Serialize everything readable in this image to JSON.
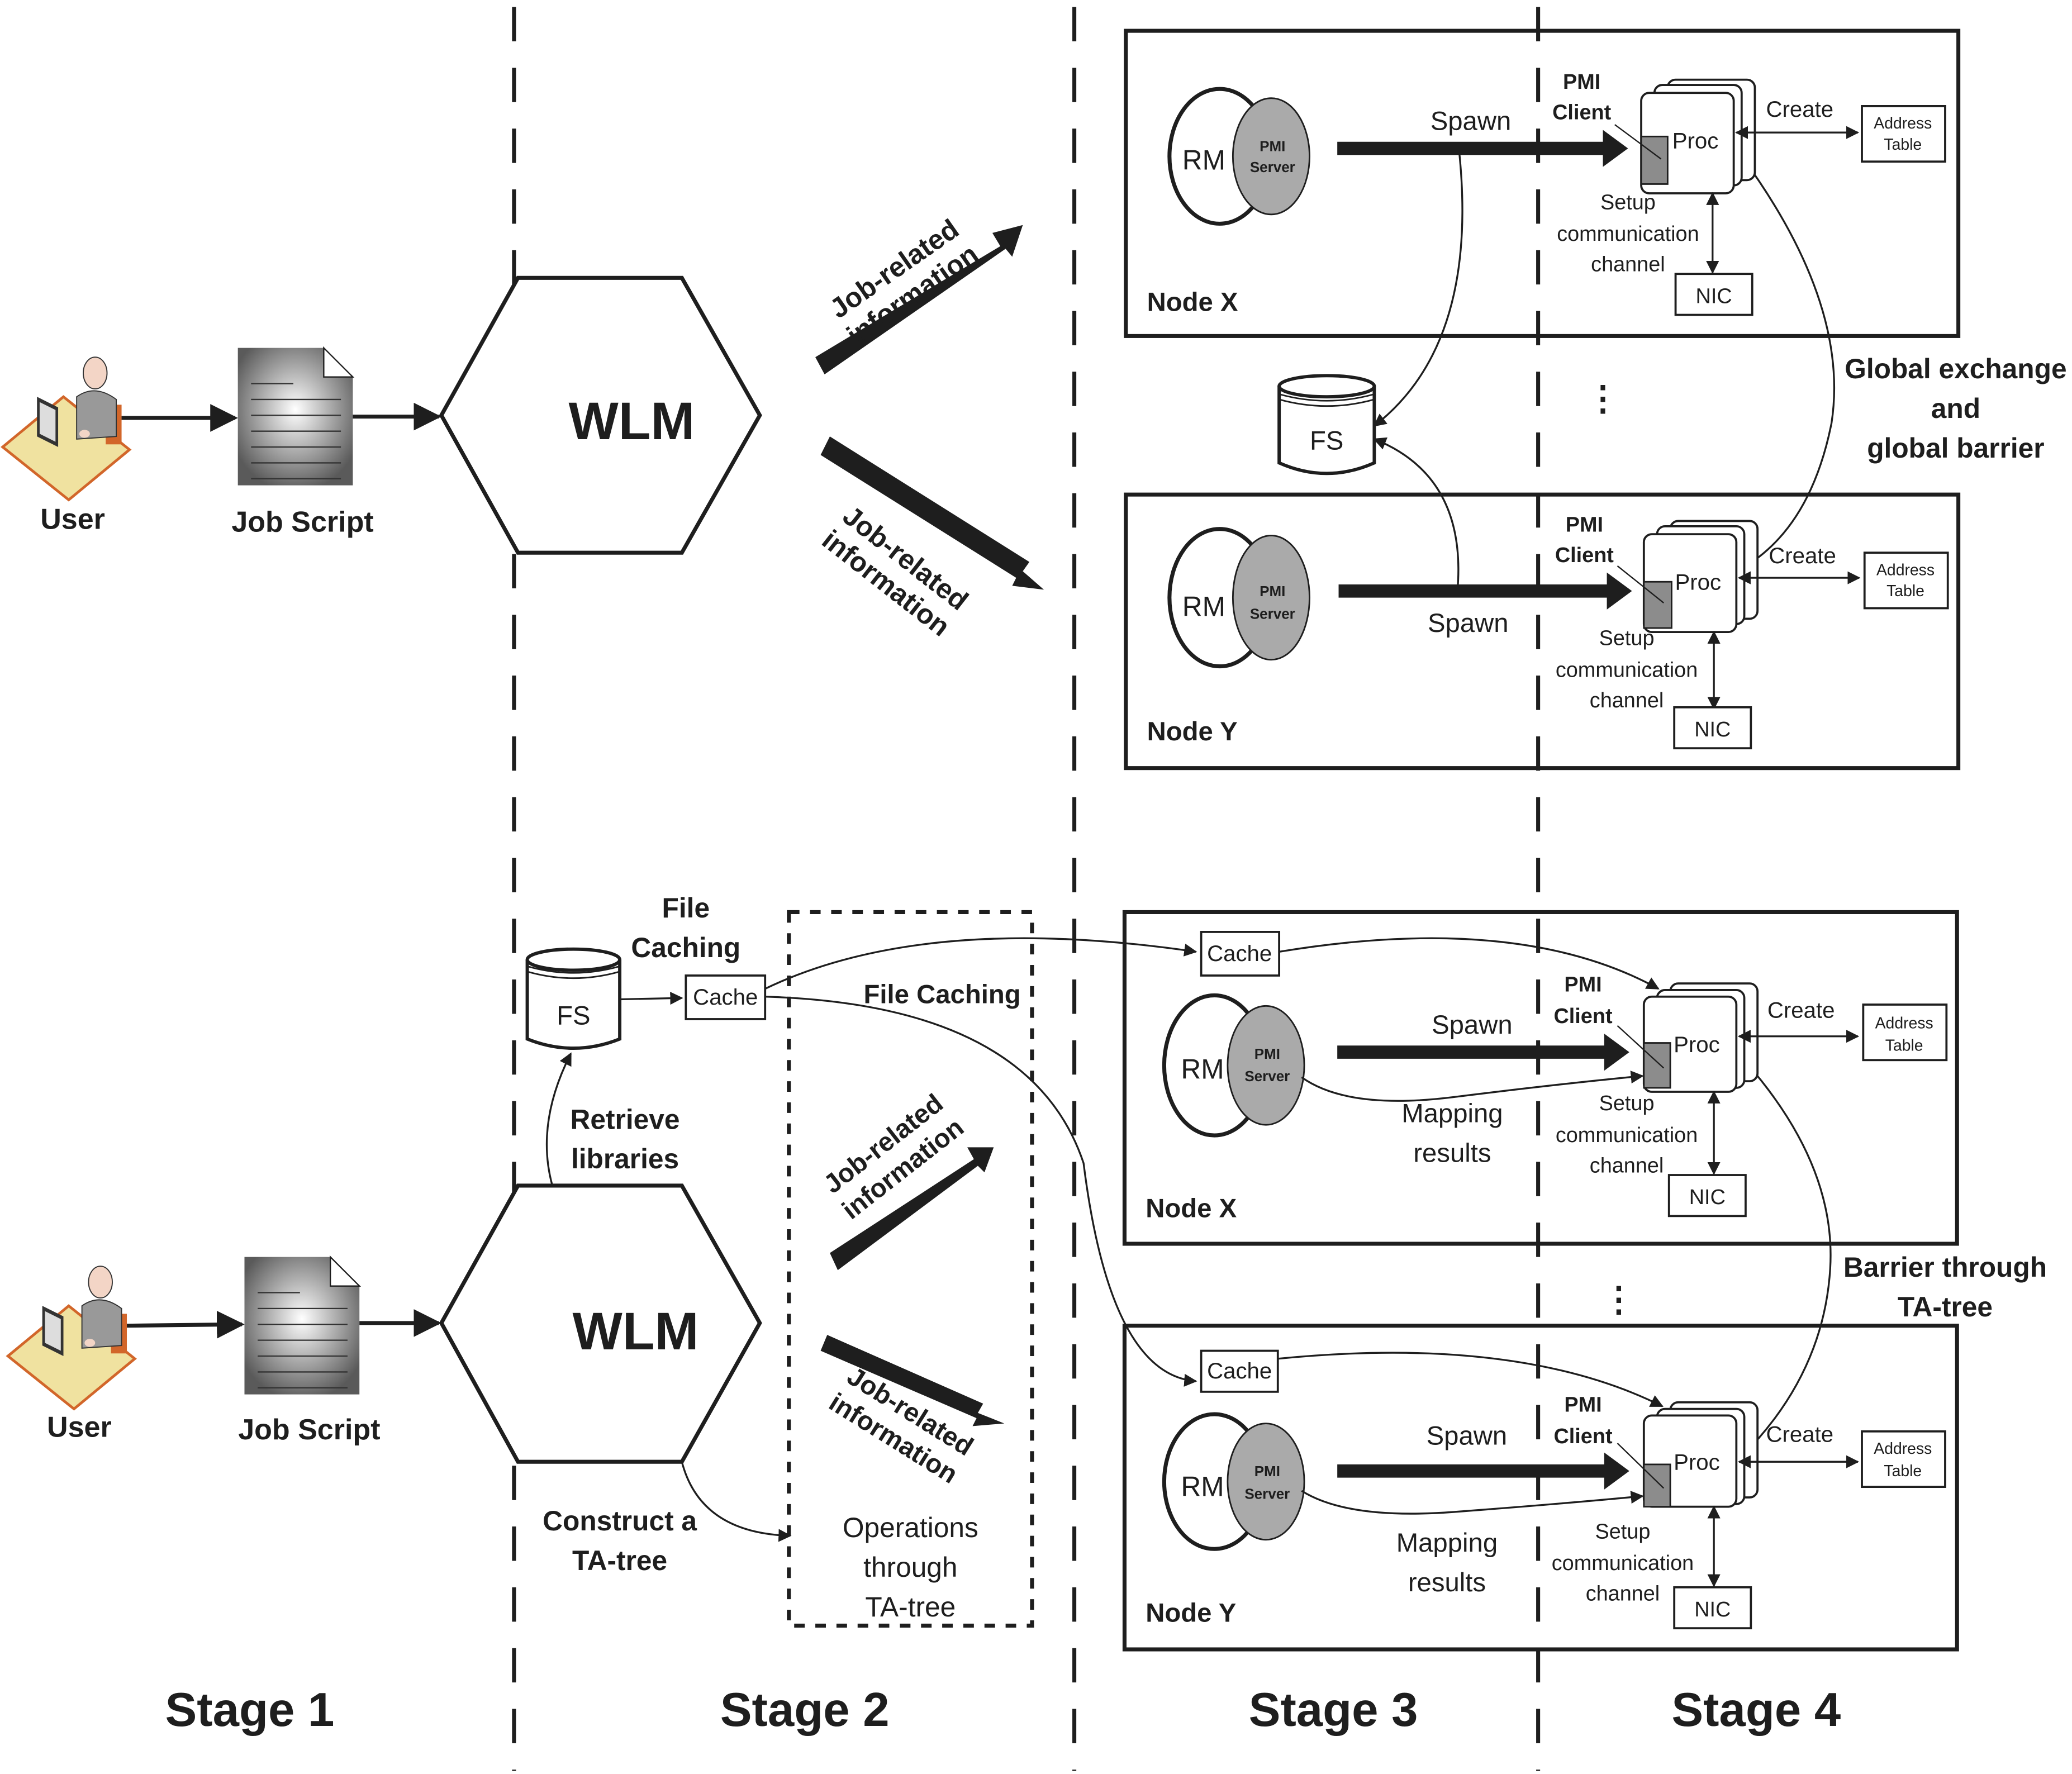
{
  "stages": [
    "Stage 1",
    "Stage 2",
    "Stage 3",
    "Stage 4"
  ],
  "top": {
    "user_label": "User",
    "job_script_label": "Job Script",
    "wlm_label": "WLM",
    "job_info_up": [
      "Job-related",
      "information"
    ],
    "job_info_down": [
      "Job-related",
      "information"
    ],
    "fs_label": "FS",
    "ellipsis": "⋮",
    "global_note": [
      "Global exchange",
      "and",
      "global barrier"
    ],
    "node_x": {
      "name": "Node X",
      "rm": "RM",
      "pmi_server": [
        "PMI",
        "Server"
      ],
      "spawn": "Spawn",
      "pmi_client": [
        "PMI",
        "Client"
      ],
      "proc": "Proc",
      "create": "Create",
      "address_table": [
        "Address",
        "Table"
      ],
      "setup": [
        "Setup",
        "communication",
        "channel"
      ],
      "nic": "NIC"
    },
    "node_y": {
      "name": "Node Y",
      "rm": "RM",
      "pmi_server": [
        "PMI",
        "Server"
      ],
      "spawn": "Spawn",
      "pmi_client": [
        "PMI",
        "Client"
      ],
      "proc": "Proc",
      "create": "Create",
      "address_table": [
        "Address",
        "Table"
      ],
      "setup": [
        "Setup",
        "communication",
        "channel"
      ],
      "nic": "NIC"
    }
  },
  "bottom": {
    "user_label": "User",
    "job_script_label": "Job Script",
    "wlm_label": "WLM",
    "fs_label": "FS",
    "cache_label": "Cache",
    "file_caching_1": [
      "File",
      "Caching"
    ],
    "file_caching_2": "File Caching",
    "retrieve": [
      "Retrieve",
      "libraries"
    ],
    "construct": [
      "Construct a",
      "TA-tree"
    ],
    "operations": [
      "Operations",
      "through",
      "TA-tree"
    ],
    "job_info_up": [
      "Job-related",
      "information"
    ],
    "job_info_down": [
      "Job-related",
      "information"
    ],
    "ellipsis": "⋮",
    "barrier_note": [
      "Barrier through",
      "TA-tree"
    ],
    "node_x": {
      "name": "Node X",
      "cache": "Cache",
      "rm": "RM",
      "pmi_server": [
        "PMI",
        "Server"
      ],
      "spawn": "Spawn",
      "mapping": [
        "Mapping",
        "results"
      ],
      "pmi_client": [
        "PMI",
        "Client"
      ],
      "proc": "Proc",
      "create": "Create",
      "address_table": [
        "Address",
        "Table"
      ],
      "setup": [
        "Setup",
        "communication",
        "channel"
      ],
      "nic": "NIC"
    },
    "node_y": {
      "name": "Node Y",
      "cache": "Cache",
      "rm": "RM",
      "pmi_server": [
        "PMI",
        "Server"
      ],
      "spawn": "Spawn",
      "mapping": [
        "Mapping",
        "results"
      ],
      "pmi_client": [
        "PMI",
        "Client"
      ],
      "proc": "Proc",
      "create": "Create",
      "address_table": [
        "Address",
        "Table"
      ],
      "setup": [
        "Setup",
        "communication",
        "channel"
      ],
      "nic": "NIC"
    }
  },
  "colors": {
    "ink": "#1e1e1e",
    "pmi_server_fill": "#aaaaaa",
    "pmi_client_fill": "#8c8c8c",
    "desk": "#f0e2a0",
    "desk_edge": "#d2662a"
  }
}
